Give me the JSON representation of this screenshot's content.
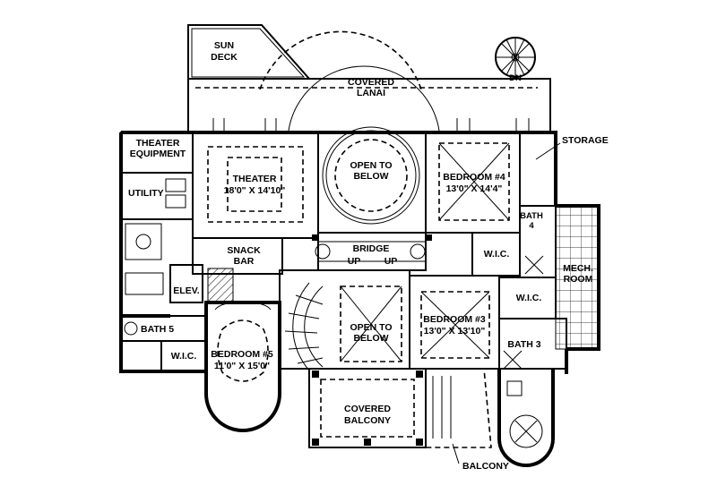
{
  "rooms": {
    "sun_deck": [
      "SUN",
      "DECK"
    ],
    "covered_lanai": [
      "COVERED",
      "LANAI"
    ],
    "dn": "DN",
    "storage": "STORAGE",
    "theater_equipment": [
      "THEATER",
      "EQUIPMENT"
    ],
    "theater": [
      "THEATER",
      "18'0\" X 14'10\""
    ],
    "open_to_below_top": [
      "OPEN TO",
      "BELOW"
    ],
    "bedroom4": [
      "BEDROOM #4",
      "13'0\" X 14'4\""
    ],
    "utility": "UTILITY",
    "bath4": [
      "BATH",
      "4"
    ],
    "snack_bar": [
      "SNACK",
      "BAR"
    ],
    "bridge": "BRIDGE",
    "up_left": "UP",
    "up_right": "UP",
    "wic_mid": "W.I.C.",
    "mech_room": [
      "MECH.",
      "ROOM"
    ],
    "elev": "ELEV.",
    "open_to_below_bottom": [
      "OPEN TO",
      "BELOW"
    ],
    "bedroom3": [
      "BEDROOM #3",
      "13'0\" X 13'10\""
    ],
    "wic_right": "W.I.C.",
    "bath5": "BATH 5",
    "bath3": "BATH 3",
    "bedroom5": [
      "BEDROOM #5",
      "11'0\" X 15'0\""
    ],
    "wic_left": "W.I.C.",
    "covered_balcony": [
      "COVERED",
      "BALCONY"
    ],
    "balcony": "BALCONY"
  }
}
